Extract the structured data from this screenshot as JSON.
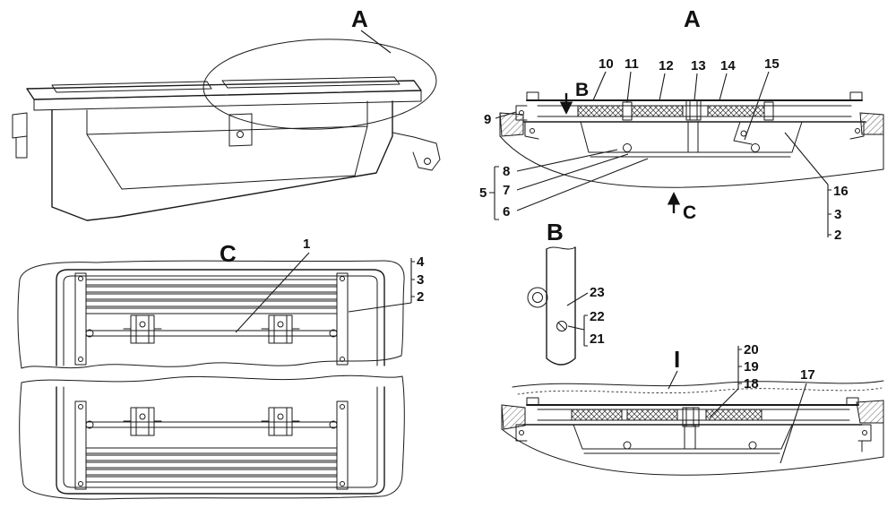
{
  "figure": {
    "background": "#ffffff",
    "line_color": "#1a1a1a",
    "views": {
      "perspective": {
        "detail_label": "A"
      },
      "section_a": {
        "title": "A",
        "dir_b": "B",
        "dir_c": "C",
        "callouts": {
          "c2": "2",
          "c3": "3",
          "c5": "5",
          "c6": "6",
          "c7": "7",
          "c8": "8",
          "c9": "9",
          "c10": "10",
          "c11": "11",
          "c12": "12",
          "c13": "13",
          "c14": "14",
          "c15": "15",
          "c16": "16"
        }
      },
      "plan_c": {
        "title": "C",
        "callouts": {
          "c1": "1",
          "c2": "2",
          "c3": "3",
          "c4": "4"
        }
      },
      "detail_b": {
        "title": "B",
        "callouts": {
          "c21": "21",
          "c22": "22",
          "c23": "23"
        }
      },
      "section_i": {
        "title": "I",
        "callouts": {
          "c17": "17",
          "c18": "18",
          "c19": "19",
          "c20": "20"
        }
      }
    }
  }
}
